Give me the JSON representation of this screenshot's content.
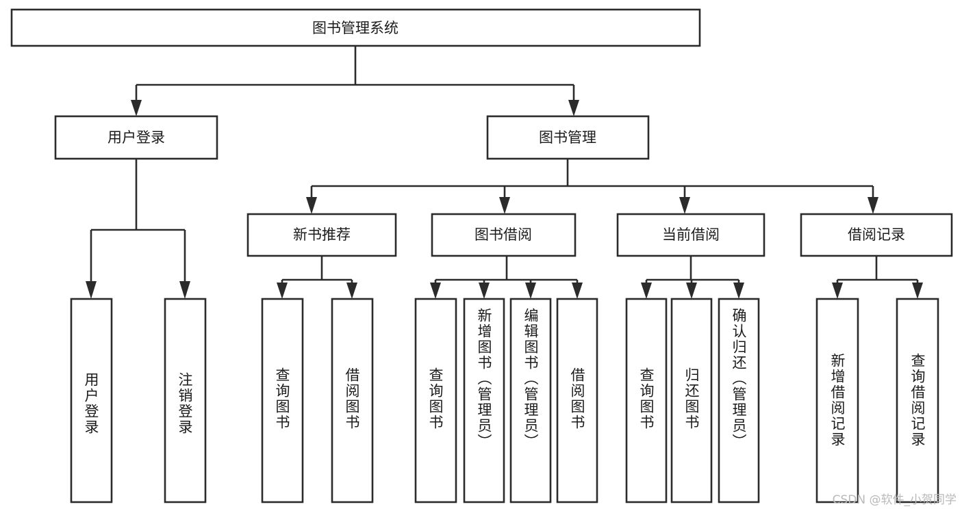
{
  "diagram": {
    "type": "tree-hierarchy",
    "title": "图书管理系统",
    "watermark": "CSDN @软件_小贺同学",
    "colors": {
      "background": "#ffffff",
      "stroke": "#2b2b2b",
      "text": "#1b1b1b",
      "watermark": "#b9b9b9"
    },
    "levels": {
      "root": {
        "label": "图书管理系统",
        "orientation": "horizontal"
      },
      "level2": [
        {
          "label": "用户登录",
          "orientation": "horizontal"
        },
        {
          "label": "图书管理",
          "orientation": "horizontal"
        }
      ],
      "level3": [
        {
          "label": "新书推荐",
          "orientation": "horizontal",
          "parent": "图书管理"
        },
        {
          "label": "图书借阅",
          "orientation": "horizontal",
          "parent": "图书管理"
        },
        {
          "label": "当前借阅",
          "orientation": "horizontal",
          "parent": "图书管理"
        },
        {
          "label": "借阅记录",
          "orientation": "horizontal",
          "parent": "图书管理"
        }
      ],
      "leaves": [
        {
          "label": "用户登录",
          "orientation": "vertical",
          "parent": "用户登录"
        },
        {
          "label": "注销登录",
          "orientation": "vertical",
          "parent": "用户登录"
        },
        {
          "label": "查询图书",
          "orientation": "vertical",
          "parent": "新书推荐"
        },
        {
          "label": "借阅图书",
          "orientation": "vertical",
          "parent": "新书推荐"
        },
        {
          "label": "查询图书",
          "orientation": "vertical",
          "parent": "图书借阅"
        },
        {
          "label": "新增图书（管理员）",
          "orientation": "vertical",
          "parent": "图书借阅"
        },
        {
          "label": "编辑图书（管理员）",
          "orientation": "vertical",
          "parent": "图书借阅"
        },
        {
          "label": "借阅图书",
          "orientation": "vertical",
          "parent": "图书借阅"
        },
        {
          "label": "查询图书",
          "orientation": "vertical",
          "parent": "当前借阅"
        },
        {
          "label": "归还图书",
          "orientation": "vertical",
          "parent": "当前借阅"
        },
        {
          "label": "确认归还（管理员）",
          "orientation": "vertical",
          "parent": "当前借阅"
        },
        {
          "label": "新增借阅记录",
          "orientation": "vertical",
          "parent": "借阅记录"
        },
        {
          "label": "查询借阅记录",
          "orientation": "vertical",
          "parent": "借阅记录"
        }
      ]
    }
  }
}
